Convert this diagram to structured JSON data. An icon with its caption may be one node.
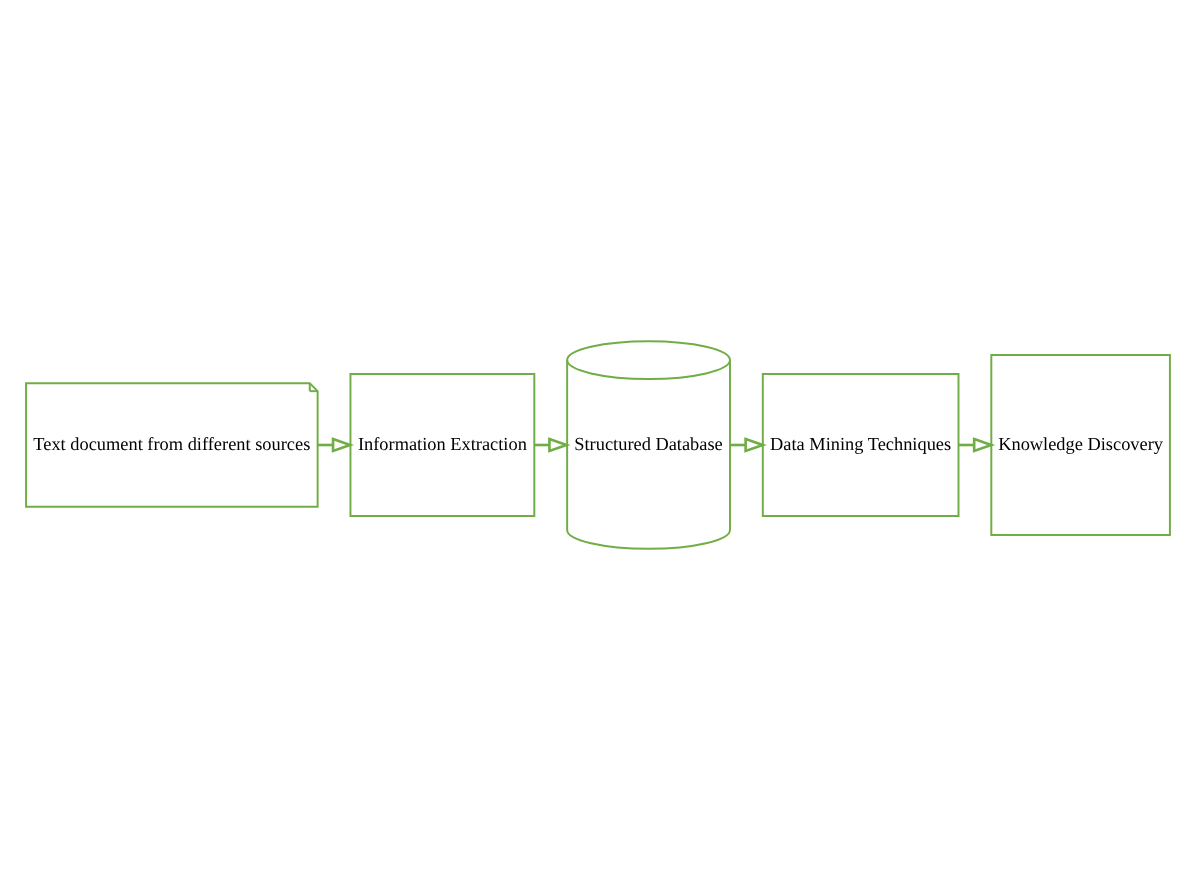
{
  "diagram": {
    "nodes": [
      {
        "text": [
          "Text document from different sources"
        ]
      },
      {
        "text": [
          "Information Extraction"
        ]
      },
      {
        "text": [
          "Structured Database"
        ]
      },
      {
        "text": [
          "Data Mining Techniques"
        ]
      },
      {
        "text": [
          "Knowledge Discovery"
        ]
      }
    ],
    "edges": [
      {
        "from": 0,
        "to": 1,
        "arrow": "to"
      },
      {
        "from": 1,
        "to": 2,
        "arrow": "to"
      },
      {
        "from": 2,
        "to": 3,
        "arrow": "to"
      },
      {
        "from": 3,
        "to": 4,
        "arrow": "to"
      }
    ]
  }
}
